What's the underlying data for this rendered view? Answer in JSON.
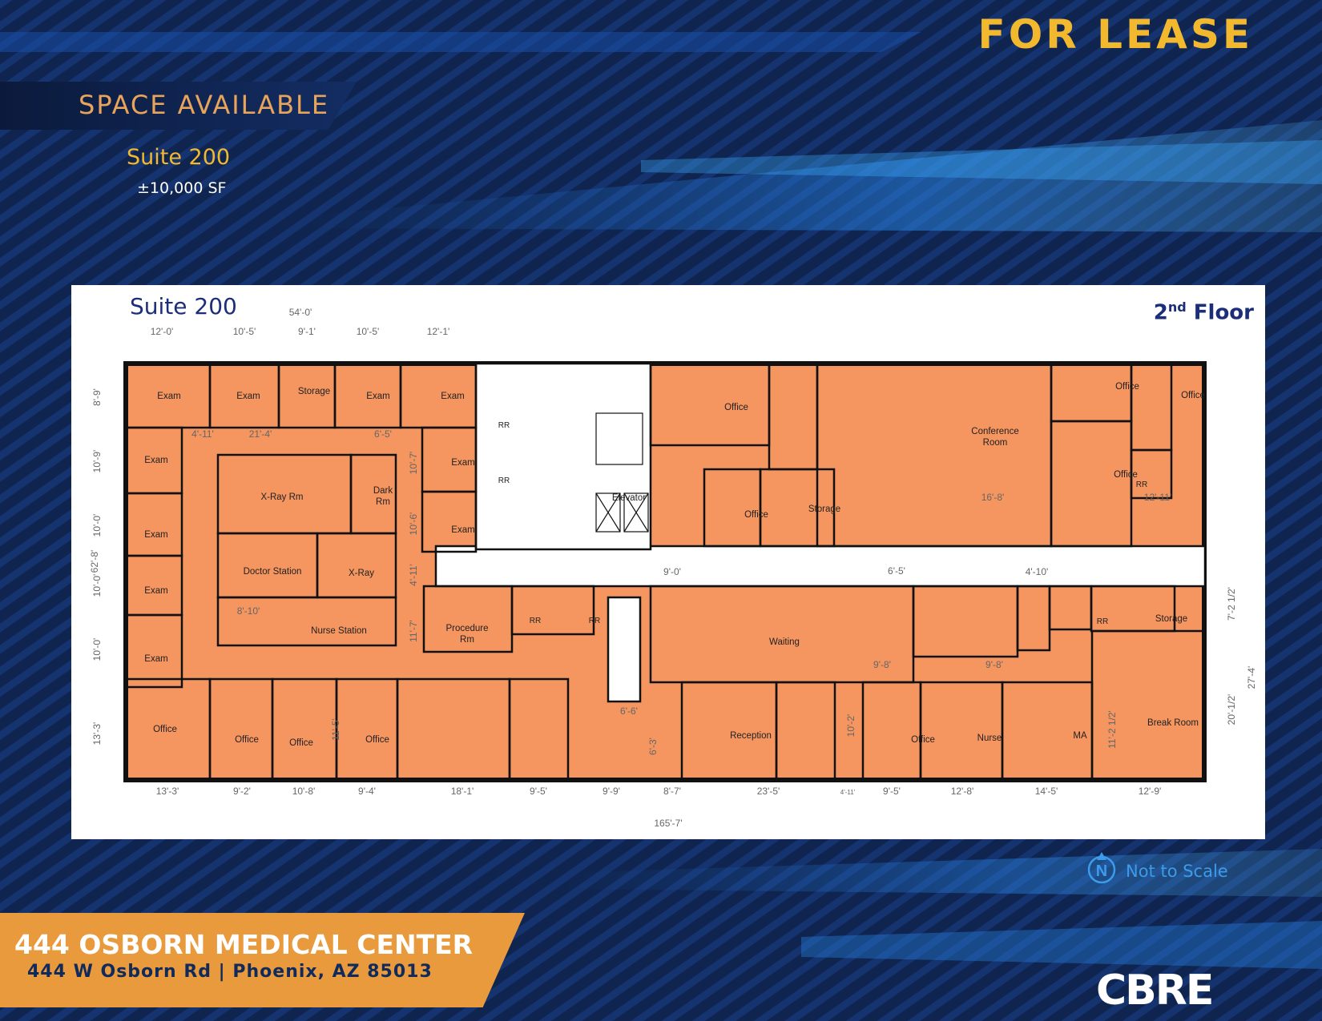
{
  "header": {
    "for_lease": "FOR LEASE",
    "space_available": "SPACE AVAILABLE",
    "suite": "Suite 200",
    "size": "±10,000 SF"
  },
  "plan": {
    "title": "Suite 200",
    "floor_number": "2",
    "floor_suffix": "nd",
    "floor_word": "Floor",
    "dims": {
      "top_total": "54'-0'",
      "top_1": "12'-0'",
      "top_2": "10'-5'",
      "top_3": "9'-1'",
      "top_4": "10'-5'",
      "top_5": "12'-1'",
      "left_total": "62'-8'",
      "left_1": "8'-9'",
      "left_2": "10'-9'",
      "left_3": "10'-0'",
      "left_4": "10'-0'",
      "left_5": "10'-0'",
      "left_6": "13'-3'",
      "bottom_total": "165'-7'",
      "bottom_1": "13'-3'",
      "bottom_2": "9'-2'",
      "bottom_3": "10'-8'",
      "bottom_4": "9'-4'",
      "bottom_5": "18'-1'",
      "bottom_6": "9'-5'",
      "bottom_7": "9'-9'",
      "bottom_8": "8'-7'",
      "bottom_9": "23'-5'",
      "bottom_10": "4'-11'",
      "bottom_11": "9'-5'",
      "bottom_12": "12'-8'",
      "bottom_13": "14'-5'",
      "bottom_14": "12'-9'",
      "right_total": "27'-4'",
      "right_1": "7'-2 1/2'",
      "right_2": "20'-1/2'",
      "int_4_11": "4'-11'",
      "int_21_4": "21'-4'",
      "int_6_5a": "6'-5'",
      "int_10_7": "10'-7'",
      "int_10_6": "10'-6'",
      "int_4_11v": "4'-11'",
      "int_11_7": "11'-7'",
      "int_8_10": "8'-10'",
      "int_11_5": "11'-5'",
      "int_9_0": "9'-0'",
      "int_6_6": "6'-6'",
      "int_6_3": "6'-3'",
      "int_10_2": "10'-2'",
      "int_6_5b": "6'-5'",
      "int_9_8a": "9'-8'",
      "int_9_8b": "9'-8'",
      "int_4_10": "4'-10'",
      "int_11_2": "11'-2 1/2'",
      "int_16_8": "16'-8'",
      "int_12_11": "12'-11'"
    },
    "rooms": {
      "exam": "Exam",
      "storage": "Storage",
      "xray_rm": "X-Ray Rm",
      "dark_rm_1": "Dark",
      "dark_rm_2": "Rm",
      "doctor_station": "Doctor Station",
      "xray": "X-Ray",
      "nurse_station": "Nurse Station",
      "office": "Office",
      "rr": "RR",
      "elevator": "Elevator",
      "conference_1": "Conference",
      "conference_2": "Room",
      "procedure_1": "Procedure",
      "procedure_2": "Rm",
      "waiting": "Waiting",
      "reception": "Reception",
      "nurse": "Nurse",
      "ma": "MA",
      "break_room": "Break Room"
    }
  },
  "compass": {
    "letter": "N",
    "note": "Not to Scale"
  },
  "footer": {
    "building": "444 OSBORN MEDICAL CENTER",
    "address": "444 W Osborn Rd | Phoenix, AZ 85013",
    "brand": "CBRE"
  },
  "colors": {
    "room": "#f5955f",
    "navy": "#0f2550",
    "gold": "#f3b92e",
    "orange": "#e89a3c",
    "title_blue": "#1c2d7a"
  }
}
